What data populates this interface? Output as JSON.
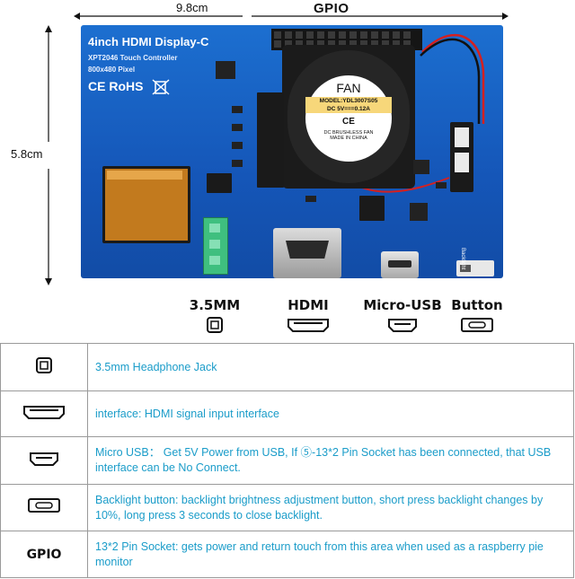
{
  "dimensions": {
    "width_label": "9.8cm",
    "height_label": "5.8cm",
    "gpio_label": "GPIO"
  },
  "board": {
    "title": "4inch HDMI Display-C",
    "controller": "XPT2046 Touch Controller",
    "resolution": "800x480 Pixel",
    "certifications": "CE RoHS",
    "fan": {
      "label": "FAN",
      "model": "MODEL:YDL3007S05",
      "rating": "DC 5V===0.12A",
      "ce": "CE",
      "desc": "DC BRUSHLESS FAN",
      "origin": "MADE IN CHINA"
    },
    "backlight_silk": "Backlight",
    "colors": {
      "pcb": "#1556b8",
      "fan_label": "#f7d77a"
    }
  },
  "ports": [
    {
      "label": "3.5MM",
      "icon": "headphone-jack-icon"
    },
    {
      "label": "HDMI",
      "icon": "hdmi-port-icon"
    },
    {
      "label": "Micro-USB",
      "icon": "micro-usb-port-icon"
    },
    {
      "label": "Button",
      "icon": "button-icon"
    }
  ],
  "table": {
    "rows": [
      {
        "icon": "headphone-jack-icon",
        "desc": "3.5mm Headphone Jack"
      },
      {
        "icon": "hdmi-port-icon",
        "desc": "interface: HDMI signal input interface"
      },
      {
        "icon": "micro-usb-port-icon",
        "desc": "Micro USB： Get 5V Power from USB, If ⑤-13*2 Pin Socket has been connected, that USB interface can be No Connect."
      },
      {
        "icon": "button-icon",
        "desc": "Backlight button: backlight brightness adjustment button, short press backlight changes by 10%, long press 3 seconds to close backlight."
      },
      {
        "icon_text": "GPIO",
        "desc": "13*2 Pin Socket: gets power and return touch from this area when used as a raspberry pie monitor"
      }
    ],
    "text_color": "#1a9cc9"
  }
}
